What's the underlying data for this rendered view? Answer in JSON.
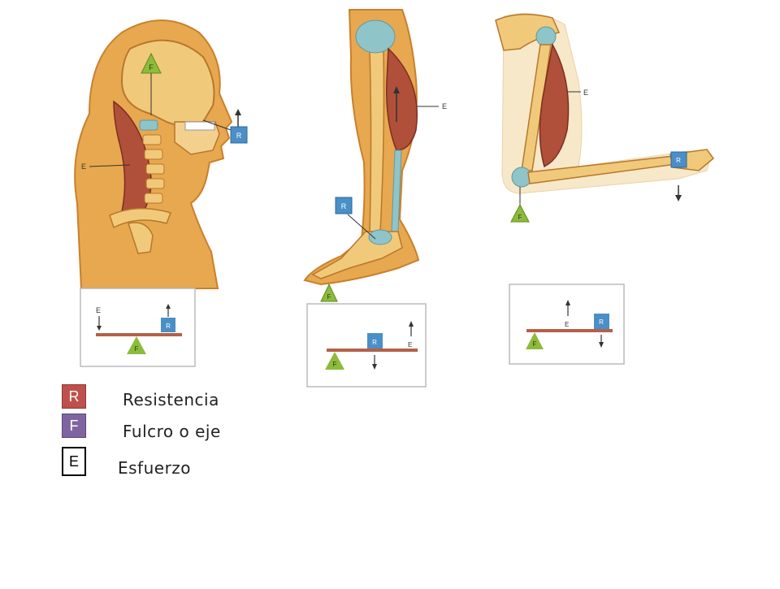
{
  "colors": {
    "skin": "#e8a850",
    "skin_dark": "#c9802c",
    "bone": "#f1c97a",
    "muscle": "#b0503a",
    "cartilage": "#8fc4c8",
    "lever": "#b5604a",
    "fulcrum": "#8dbb3c",
    "resistance": "#4a8fc6",
    "legend_r": "#c0504d",
    "legend_f": "#8064a2",
    "legend_e_border": "#000000"
  },
  "labels": {
    "effort": "E",
    "fulcrum": "F",
    "resistance": "R"
  },
  "legend": [
    {
      "key": "R",
      "text": "Resistencia"
    },
    {
      "key": "F",
      "text": "Fulcro o eje"
    },
    {
      "key": "E",
      "text": "Esfuerzo"
    }
  ]
}
